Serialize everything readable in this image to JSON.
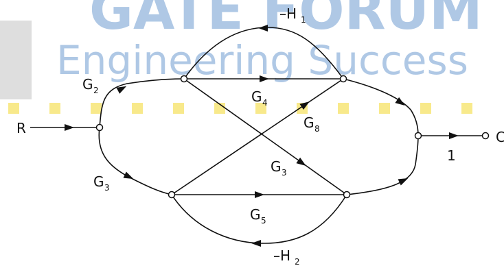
{
  "watermark": {
    "line1": "GATE FORUM",
    "line2": "Engineering Success",
    "text_color": "#4f86c6",
    "bar_color": "#f0d000",
    "side_block_color": "#b8b8b8"
  },
  "diagram": {
    "input_label": "R",
    "output_label": "C",
    "output_gain": "1",
    "branches": {
      "g2": {
        "base": "G",
        "sub": "2"
      },
      "g3_lower": {
        "base": "G",
        "sub": "3"
      },
      "g4": {
        "base": "G",
        "sub": "4"
      },
      "g5": {
        "base": "G",
        "sub": "5"
      },
      "g8": {
        "base": "G",
        "sub": "8"
      },
      "g3_cross": {
        "base": "G",
        "sub": "3"
      },
      "h1": {
        "base": "–H",
        "sub": "1"
      },
      "h2": {
        "base": "–H",
        "sub": "2"
      }
    }
  }
}
